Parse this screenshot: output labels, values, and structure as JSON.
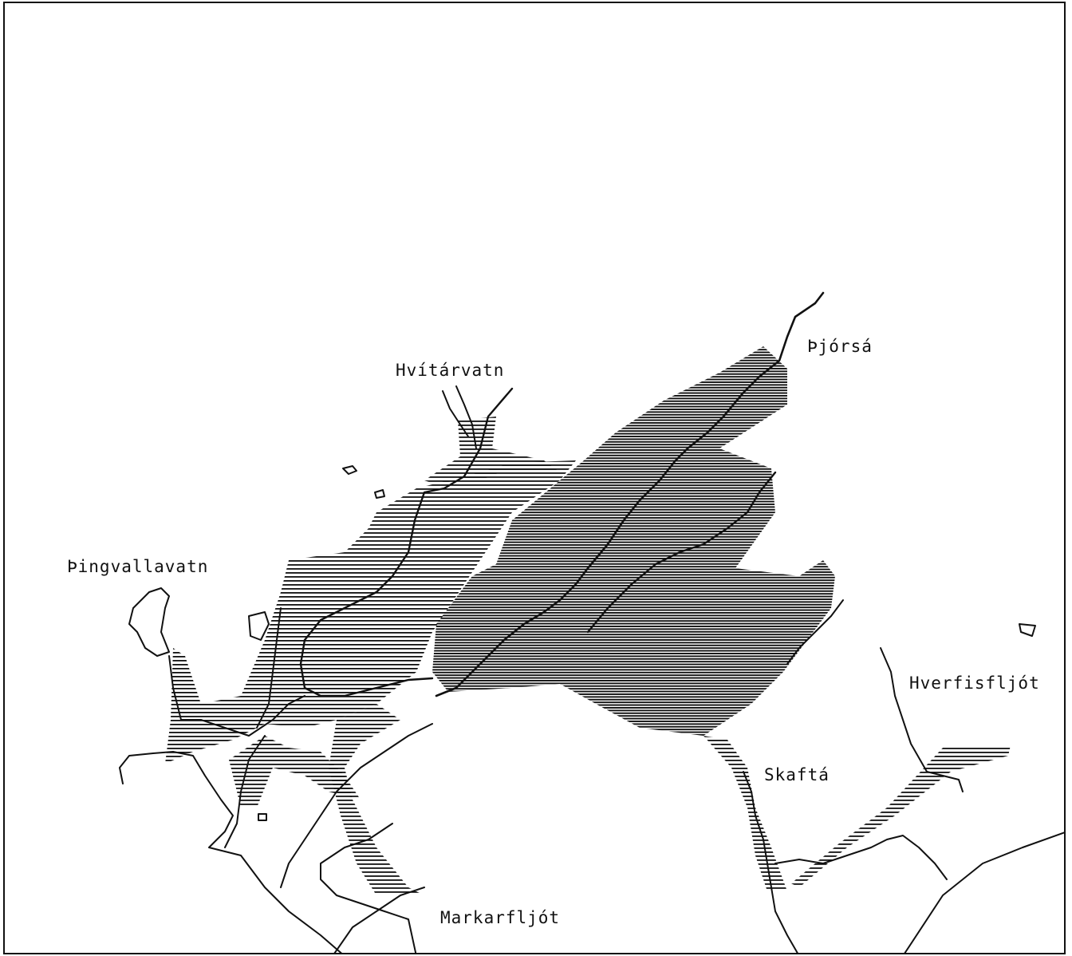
{
  "labels": {
    "thjorsa": "Þjórsá",
    "hvitarvatn": "Hvítárvatn",
    "thingvallavatn": "Þingvallavatn",
    "hverfisfljot": "Hverfisfljót",
    "skafta": "Skaftá",
    "markarfljot": "Markarfljót"
  },
  "colors": {
    "ink": "#111111",
    "paper": "#ffffff"
  }
}
